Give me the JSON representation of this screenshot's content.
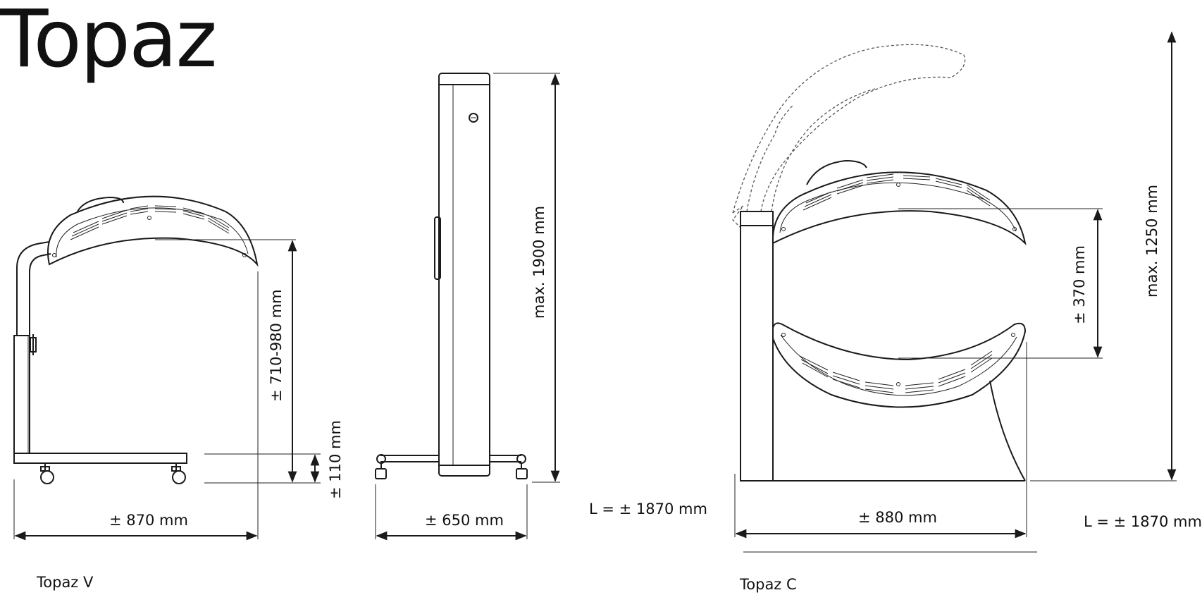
{
  "title": "Topaz",
  "captions": {
    "left": "Topaz V",
    "right": "Topaz C"
  },
  "dimensions": {
    "v_width": "± 870 mm",
    "v_height_range": "± 710-980 mm",
    "v_base_height": "± 110 mm",
    "side_width": "± 650 mm",
    "side_height": "max. 1900 mm",
    "side_length": "L = ± 1870 mm",
    "c_width": "± 880 mm",
    "c_gap": "± 370 mm",
    "c_height": "max. 1250 mm",
    "c_length": "L = ± 1870 mm"
  }
}
